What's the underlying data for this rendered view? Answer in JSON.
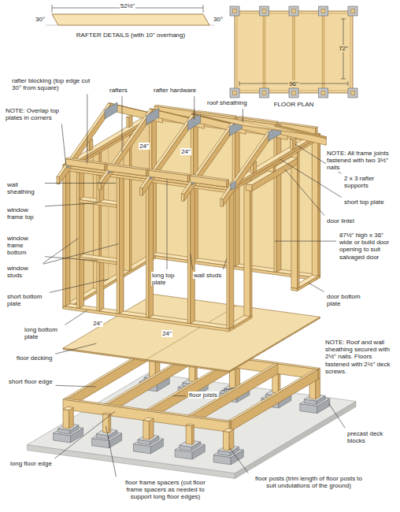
{
  "diagram": {
    "labels": [
      "52½\"",
      "30°",
      "30°",
      "RAFTER DETAILS (with 10\" overhang)",
      "72\"",
      "96\"",
      "FLOOR PLAN",
      "rafter blocking (top edge cut 30° from square)",
      "rafters",
      "roof sheathing",
      "rafter hardware",
      "NOTE: Overlap top plates in corners",
      "24\"",
      "24\"",
      "NOTE: All frame joints fastened with two 3½\" nails",
      "wall sheathing",
      "2 x 3 rafter supports",
      "short top plate",
      "window frame top",
      "door lintel",
      "87½\" high x 36\" wide or build door opening to suit salvaged door",
      "window frame bottom",
      "window studs",
      "long top plate",
      "wall studs",
      "short bottom plate",
      "long bottom plate",
      "24\"",
      "24\"",
      "door bottom plate",
      "floor decking",
      "short floor edge",
      "NOTE: Roof and wall sheathing secured with 2½\" nails. Floors fastened with 2½\" deck screws.",
      "floor joists",
      "precast deck blocks",
      "long floor edge",
      "floor frame spacers (cut floor frame spacers as needed to support long floor edges)",
      "floor posts (trim length of floor posts to suit undulations of the ground)"
    ]
  }
}
